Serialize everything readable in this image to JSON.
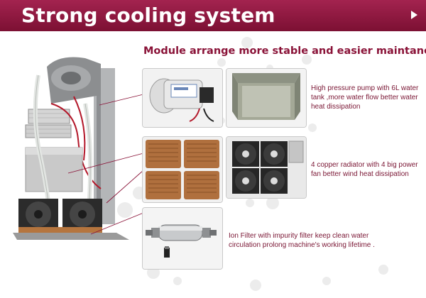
{
  "banner": {
    "title": "Strong cooling system",
    "color_top": "#a3234f",
    "color_bottom": "#7c1033"
  },
  "subtitle": "Module arrange more stable and easier maintance",
  "captions": {
    "pump": "High pressure pump with 6L water tank ,more water flow better water heat dissipation",
    "radiator": "4 copper radiator with 4 big power fan better wind heat dissipation",
    "filter": "Ion Filter with impurity filter keep clean water circulation prolong machine's working lifetime ."
  },
  "accent_color": "#8a1338",
  "photos": [
    "machine-cooling-assembly-photo",
    "water-pump-photo",
    "water-tank-photo",
    "copper-radiator-photo",
    "cooling-fans-photo",
    "ion-filter-photo"
  ]
}
